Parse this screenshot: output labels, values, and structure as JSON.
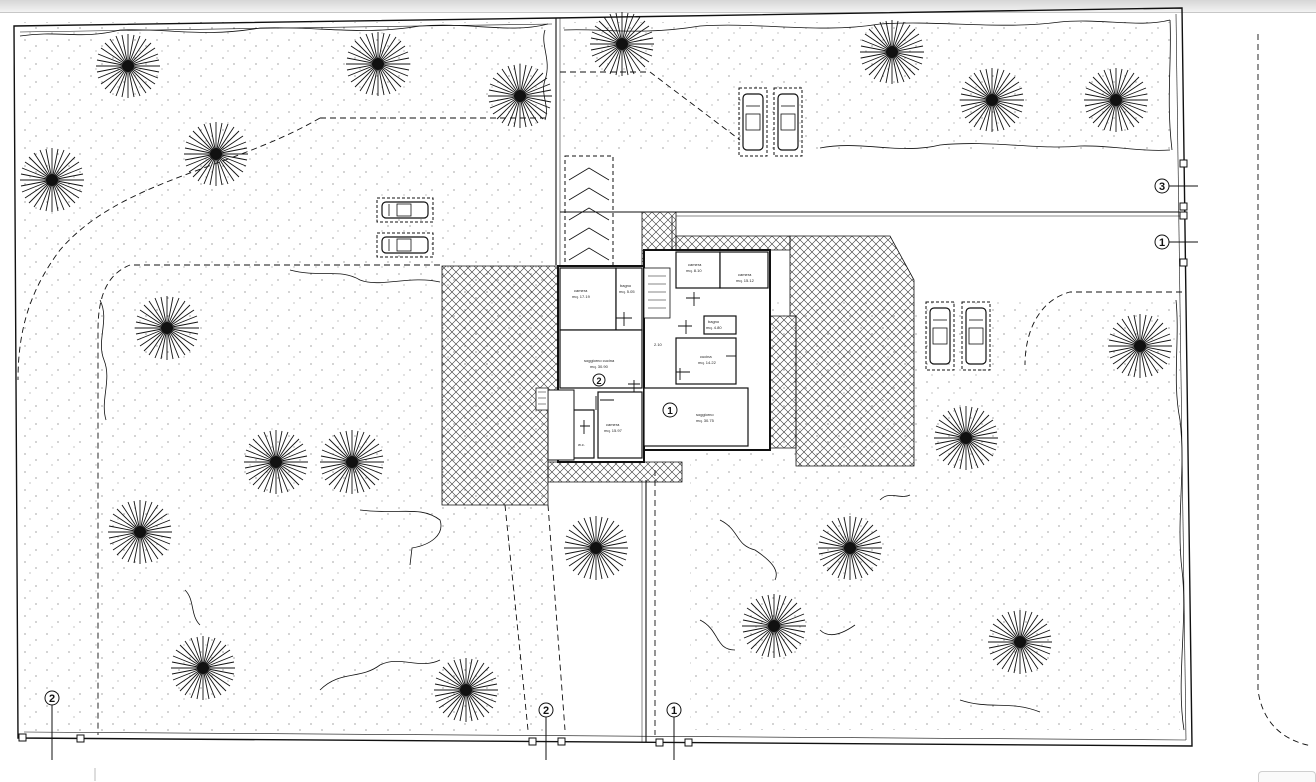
{
  "units": [
    {
      "id": "unit-1",
      "number": "1"
    },
    {
      "id": "unit-2",
      "number": "2"
    },
    {
      "id": "unit-3",
      "number": "3"
    }
  ],
  "markers": {
    "left": "2",
    "mid_2": "2",
    "mid_1": "1",
    "right_3": "3",
    "right_1": "1"
  },
  "dimension_label": "2.10",
  "rooms": {
    "unit2_bedroom": {
      "name": "camera",
      "area": "mq. 17.19"
    },
    "unit2_bath": {
      "name": "bagno",
      "area": "mq. 5.05"
    },
    "unit2_living": {
      "name": "soggiorno cucina",
      "area": "mq. 30.90"
    },
    "unit2_bedroom2": {
      "name": "camera",
      "area": "mq. 15.97"
    },
    "unit2_wc": {
      "name": "w.c."
    },
    "unit1_bedroom_small": {
      "name": "camera",
      "area": "mq. 8.10"
    },
    "unit1_bedroom": {
      "name": "camera",
      "area": "mq. 15.12"
    },
    "unit1_bath": {
      "name": "bagno",
      "area": "mq. 4.80"
    },
    "unit1_kitchen": {
      "name": "cucina",
      "area": "mq. 14.22"
    },
    "unit1_living": {
      "name": "soggiorno",
      "area": "mq. 30.75"
    }
  },
  "colors": {
    "line": "#1a1a1a",
    "paper": "#ffffff",
    "frame": "#cfcfcf"
  }
}
